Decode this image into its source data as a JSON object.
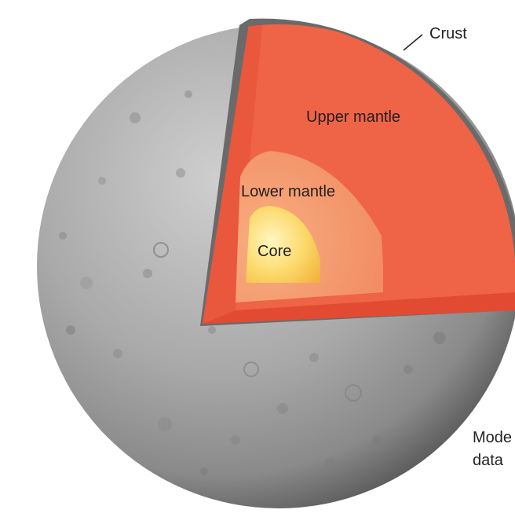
{
  "diagram": {
    "labels": {
      "crust": "Crust",
      "upper_mantle": "Upper mantle",
      "lower_mantle": "Lower mantle",
      "core": "Core"
    },
    "side_text": {
      "line1": "Mode",
      "line2": "data"
    },
    "colors": {
      "surface_light": "#c9c9c9",
      "surface_mid": "#a3a3a3",
      "surface_dark": "#5f5f5f",
      "crust": "#6e6e6e",
      "upper_mantle": "#ef6347",
      "upper_mantle_shadow": "#e24a32",
      "lower_mantle": "#f48a62",
      "lower_mantle_inner": "#f6a574",
      "core_center": "#fff3b0",
      "core_edge": "#f5c443"
    }
  }
}
